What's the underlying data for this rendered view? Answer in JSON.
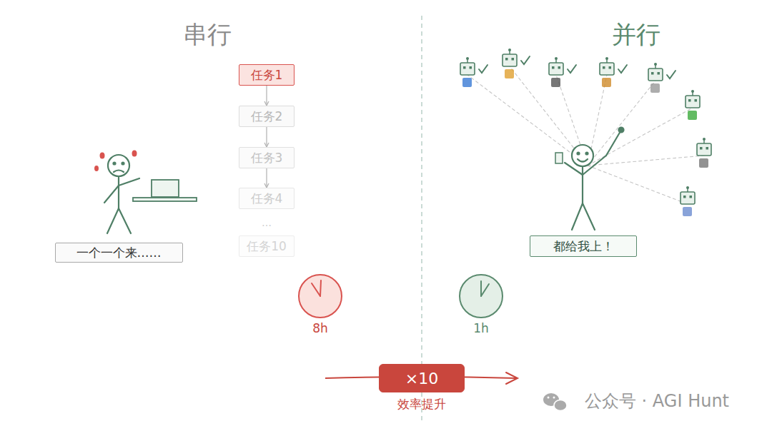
{
  "diagram": {
    "nodes": [
      {
        "text": [
          "任务1"
        ]
      },
      {
        "text": [
          "任务2"
        ]
      },
      {
        "text": [
          "任务3"
        ]
      },
      {
        "text": [
          "任务4"
        ]
      },
      {
        "text": [
          "任务10"
        ]
      },
      {
        "text": [
          "一个一个来……"
        ]
      },
      {
        "text": [
          "都给我上！"
        ]
      },
      {
        "text": [
          "×10"
        ]
      }
    ],
    "edges": [
      {
        "from": 0,
        "to": 1,
        "arrow": "to"
      },
      {
        "from": 1,
        "to": 2,
        "arrow": "to"
      },
      {
        "from": 2,
        "to": 3,
        "arrow": "to"
      }
    ],
    "labels": [
      "串行",
      "并行",
      "…",
      "8h",
      "1h",
      "效率提升",
      "公众号 · AGI Hunt"
    ]
  }
}
